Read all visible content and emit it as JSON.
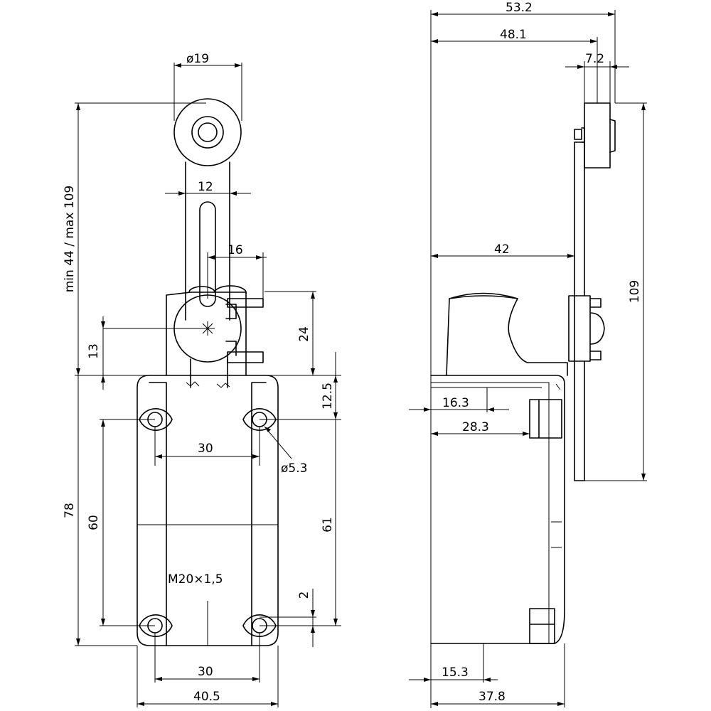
{
  "front_view": {
    "roller_diameter": "ø19",
    "lever_width": "12",
    "lever_offset": "16",
    "pivot_height": "24",
    "pivot_offset": "13",
    "lever_range": "min 44 / max 109",
    "top_hole_offset": "12.5",
    "hole_diameter": "ø5.3",
    "hole_spacing_top": "30",
    "hole_spacing_bottom": "30",
    "body_width": "40.5",
    "body_height": "78",
    "hole_vertical_left": "60",
    "hole_vertical_right": "61",
    "hole_offset_small": "2",
    "thread": "M20×1,5"
  },
  "side_view": {
    "overall_depth": "53.2",
    "lever_depth": "48.1",
    "roller_width": "7.2",
    "head_depth": "42",
    "lever_length": "109",
    "cover_depth_1": "16.3",
    "cover_depth_2": "28.3",
    "base_offset": "15.3",
    "base_depth": "37.8"
  }
}
